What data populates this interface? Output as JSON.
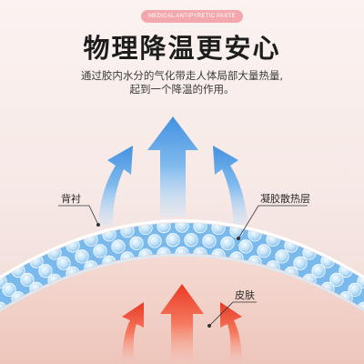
{
  "badge": {
    "text": "MEDICAL ANTIPYRETIC PASTE"
  },
  "headline": "物理降温更安心",
  "description": {
    "line1": "通过胶内水分的气化带走人体局部大量热量,",
    "line2": "起到一个降温的作用。"
  },
  "labels": {
    "backing": "背衬",
    "gel_layer": "凝胶散热层",
    "skin": "皮肤"
  },
  "colors": {
    "badge_bg": "#f2a8ad",
    "cool_arrow": "#5aa3e8",
    "hot_arrow": "#f0553d",
    "gel_band": "#7ab9ec"
  }
}
